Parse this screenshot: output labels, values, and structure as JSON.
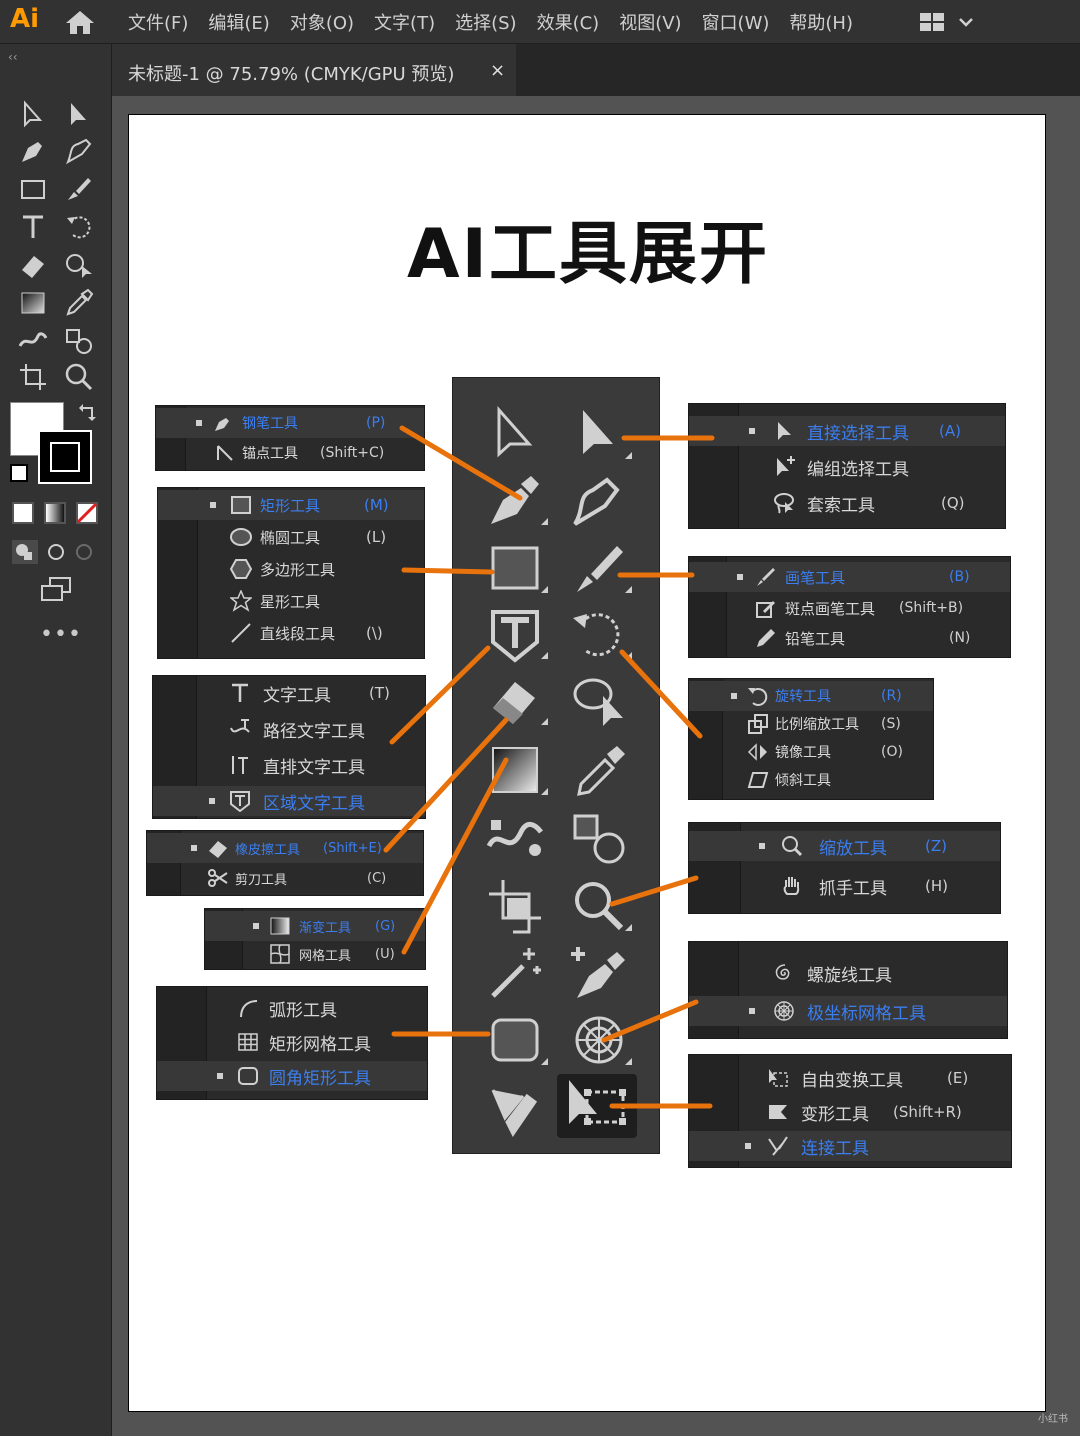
{
  "app": {
    "logo": "Ai",
    "menus": [
      "文件(F)",
      "编辑(E)",
      "对象(O)",
      "文字(T)",
      "选择(S)",
      "效果(C)",
      "视图(V)",
      "窗口(W)",
      "帮助(H)"
    ],
    "document_tab": "未标题-1 @ 75.79% (CMYK/GPU 预览)",
    "tab_close": "×",
    "collapse_label": "‹‹",
    "more_tools": "•••"
  },
  "title": "AI工具展开",
  "colors": {
    "accent": "#e8720c",
    "highlight_blue": "#3b7ef0",
    "ui_dark": "#323232",
    "artboard": "#ffffff"
  },
  "panels": {
    "pen": [
      {
        "name": "钢笔工具",
        "key": "(P)",
        "selected": true
      },
      {
        "name": "锚点工具",
        "key": "(Shift+C)",
        "selected": false
      }
    ],
    "shape": [
      {
        "name": "矩形工具",
        "key": "(M)",
        "selected": true
      },
      {
        "name": "椭圆工具",
        "key": "(L)",
        "selected": false
      },
      {
        "name": "多边形工具",
        "key": "",
        "selected": false
      },
      {
        "name": "星形工具",
        "key": "",
        "selected": false
      },
      {
        "name": "直线段工具",
        "key": "(\\)",
        "selected": false
      }
    ],
    "type": [
      {
        "name": "文字工具",
        "key": "(T)",
        "selected": false
      },
      {
        "name": "路径文字工具",
        "key": "",
        "selected": false
      },
      {
        "name": "直排文字工具",
        "key": "",
        "selected": false
      },
      {
        "name": "区域文字工具",
        "key": "",
        "selected": true
      }
    ],
    "eraser": [
      {
        "name": "橡皮擦工具",
        "key": "(Shift+E)",
        "selected": true
      },
      {
        "name": "剪刀工具",
        "key": "(C)",
        "selected": false
      }
    ],
    "gradient": [
      {
        "name": "渐变工具",
        "key": "(G)",
        "selected": true
      },
      {
        "name": "网格工具",
        "key": "(U)",
        "selected": false
      }
    ],
    "arc": [
      {
        "name": "弧形工具",
        "key": "",
        "selected": false
      },
      {
        "name": "矩形网格工具",
        "key": "",
        "selected": false
      },
      {
        "name": "圆角矩形工具",
        "key": "",
        "selected": true
      }
    ],
    "select": [
      {
        "name": "直接选择工具",
        "key": "(A)",
        "selected": true
      },
      {
        "name": "编组选择工具",
        "key": "",
        "selected": false
      },
      {
        "name": "套索工具",
        "key": "(Q)",
        "selected": false
      }
    ],
    "brush": [
      {
        "name": "画笔工具",
        "key": "(B)",
        "selected": true
      },
      {
        "name": "斑点画笔工具",
        "key": "(Shift+B)",
        "selected": false
      },
      {
        "name": "铅笔工具",
        "key": "(N)",
        "selected": false
      }
    ],
    "rotate": [
      {
        "name": "旋转工具",
        "key": "(R)",
        "selected": true
      },
      {
        "name": "比例缩放工具",
        "key": "(S)",
        "selected": false
      },
      {
        "name": "镜像工具",
        "key": "(O)",
        "selected": false
      },
      {
        "name": "倾斜工具",
        "key": "",
        "selected": false
      }
    ],
    "zoom": [
      {
        "name": "缩放工具",
        "key": "(Z)",
        "selected": true
      },
      {
        "name": "抓手工具",
        "key": "(H)",
        "selected": false
      }
    ],
    "spiral": [
      {
        "name": "螺旋线工具",
        "key": "",
        "selected": false
      },
      {
        "name": "极坐标网格工具",
        "key": "",
        "selected": true
      }
    ],
    "transform": [
      {
        "name": "自由变换工具",
        "key": "(E)",
        "selected": false
      },
      {
        "name": "变形工具",
        "key": "(Shift+R)",
        "selected": false
      },
      {
        "name": "连接工具",
        "key": "",
        "selected": true
      }
    ]
  },
  "watermark": "小红书"
}
